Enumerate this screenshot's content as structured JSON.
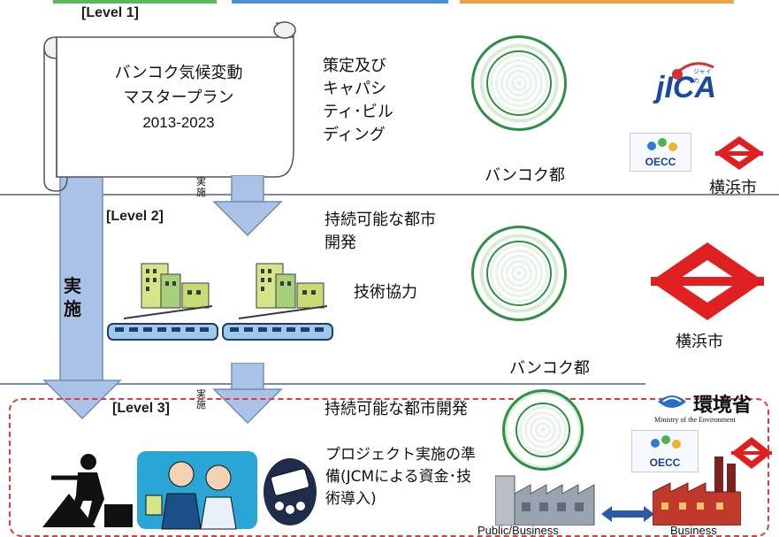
{
  "tab_colors": [
    "#5cb85c",
    "#4a90d9",
    "#f0a04b"
  ],
  "level1": {
    "label": "[Level 1]",
    "scroll_line1": "バンコク気候変動",
    "scroll_line2": "マスタープラン",
    "scroll_years": "2013-2023",
    "desc_lines": [
      "策定及び",
      "キャパシ",
      "ティ･ビル",
      "ディング"
    ],
    "bangkok_label": "バンコク都",
    "jica_text": "jICA",
    "jica_small": "ジャイカ",
    "oecc_text": "OECC",
    "yokohama_label": "横浜市"
  },
  "level2": {
    "label": "[Level 2]",
    "arrow_label": [
      "実",
      "施"
    ],
    "desc_line1": "持続可能な都市",
    "desc_line2": "開発",
    "tech_label": "技術協力",
    "bangkok_label": "バンコク都",
    "yokohama_label": "横浜市"
  },
  "side_arrow_label": [
    "実",
    "施"
  ],
  "level3": {
    "label": "[Level 3]",
    "arrow_label": [
      "実",
      "施"
    ],
    "desc_line1": "持続可能な都市開発",
    "project_lines": [
      "プロジェクト実施の準",
      "備(JCMによる資金･技",
      "術導入)"
    ],
    "moe_text": "環境省",
    "moe_sub": "Ministry of the Environment",
    "oecc_text": "OECC",
    "public_business": "Public/Business",
    "business": "Business"
  },
  "colors": {
    "arrow_fill": "#a9c2e6",
    "arrow_stroke": "#6f8fb5",
    "seal_green": "#2f8f44",
    "yokohama_red": "#e02020",
    "dash_red": "#e23a3a"
  }
}
